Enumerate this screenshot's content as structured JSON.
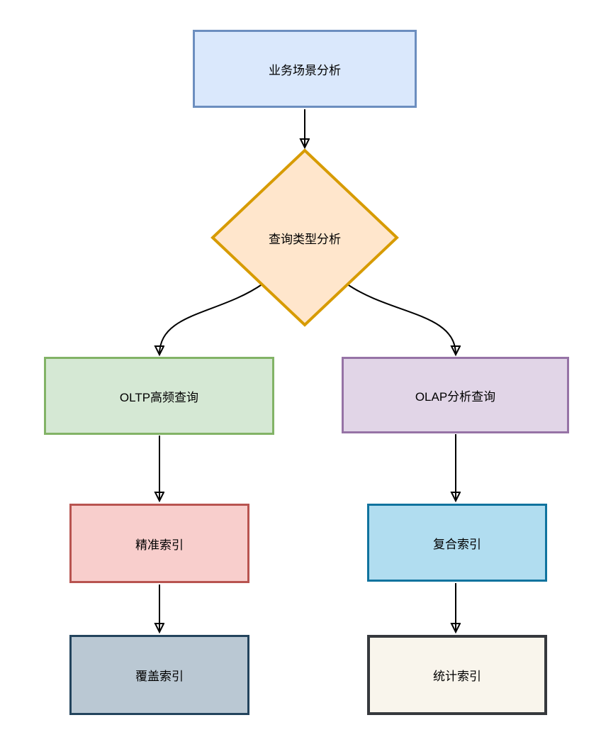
{
  "diagram": {
    "type": "flowchart",
    "background": "#ffffff",
    "text_color": "#000000",
    "arrow_color": "#000000",
    "nodes": {
      "business": {
        "label": "业务场景分析",
        "shape": "rectangle",
        "fill": "#dae8fc",
        "stroke": "#6c8ebf"
      },
      "query_type": {
        "label": "查询类型分析",
        "shape": "diamond",
        "fill": "#ffe6cc",
        "stroke": "#d79b00"
      },
      "oltp": {
        "label": "OLTP高频查询",
        "shape": "rectangle",
        "fill": "#d5e8d4",
        "stroke": "#82b366"
      },
      "olap": {
        "label": "OLAP分析查询",
        "shape": "rectangle",
        "fill": "#e1d5e7",
        "stroke": "#9673a6"
      },
      "precise": {
        "label": "精准索引",
        "shape": "rectangle",
        "fill": "#f8cecc",
        "stroke": "#b85450"
      },
      "composite": {
        "label": "复合索引",
        "shape": "rectangle",
        "fill": "#b1ddf0",
        "stroke": "#10739e"
      },
      "covering": {
        "label": "覆盖索引",
        "shape": "rectangle",
        "fill": "#bac8d3",
        "stroke": "#23445d"
      },
      "statistical": {
        "label": "统计索引",
        "shape": "rectangle",
        "fill": "#f9f5ec",
        "stroke": "#36393d"
      }
    },
    "edges": [
      {
        "from": "business",
        "to": "query_type",
        "style": "straight-arrow"
      },
      {
        "from": "query_type",
        "to": "oltp",
        "style": "curved-arrow"
      },
      {
        "from": "query_type",
        "to": "olap",
        "style": "curved-arrow"
      },
      {
        "from": "oltp",
        "to": "precise",
        "style": "straight-arrow"
      },
      {
        "from": "olap",
        "to": "composite",
        "style": "straight-arrow"
      },
      {
        "from": "precise",
        "to": "covering",
        "style": "straight-arrow"
      },
      {
        "from": "composite",
        "to": "statistical",
        "style": "straight-arrow"
      }
    ]
  }
}
